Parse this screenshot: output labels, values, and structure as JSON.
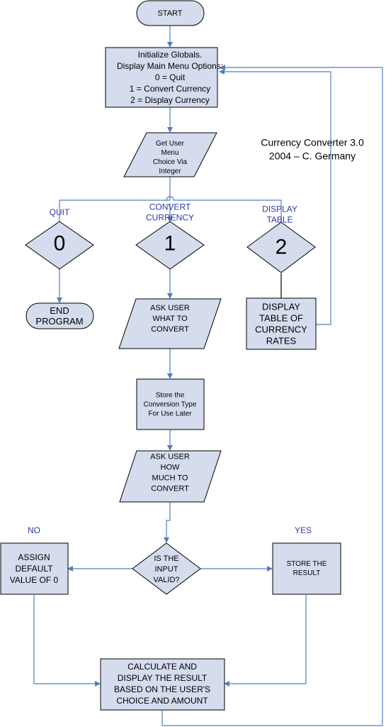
{
  "colors": {
    "box_fill": "#d4dced",
    "box_stroke": "#000000",
    "connector": "#4f81bd",
    "branch_label": "#2e3aa0",
    "background": "#ffffff"
  },
  "nodes": {
    "start": {
      "lines": [
        "START"
      ]
    },
    "init": {
      "lines": [
        "Initialize Globals.",
        "Display Main Menu Options:",
        "0 = Quit",
        "1 = Convert Currency",
        "2 = Display Currency"
      ]
    },
    "get_choice": {
      "lines": [
        "Get User",
        "Menu",
        "Choice Via",
        "Integer"
      ]
    },
    "quit_diamond": {
      "lines": [
        "0"
      ]
    },
    "convert_diamond": {
      "lines": [
        "1"
      ]
    },
    "display_diamond": {
      "lines": [
        "2"
      ]
    },
    "end_program": {
      "lines": [
        "END",
        "PROGRAM"
      ]
    },
    "ask_what": {
      "lines": [
        "ASK USER",
        "WHAT TO",
        "CONVERT"
      ]
    },
    "display_table": {
      "lines": [
        "DISPLAY",
        "TABLE OF",
        "CURRENCY",
        "RATES"
      ]
    },
    "store_type": {
      "lines": [
        "Store the",
        "Conversion Type",
        "For Use Later"
      ]
    },
    "ask_amount": {
      "lines": [
        "ASK USER",
        "HOW",
        "MUCH TO",
        "CONVERT"
      ]
    },
    "is_valid": {
      "lines": [
        "IS THE",
        "INPUT",
        "VALID?"
      ]
    },
    "assign_default": {
      "lines": [
        "ASSIGN",
        "DEFAULT",
        "VALUE OF 0"
      ]
    },
    "store_result": {
      "lines": [
        "STORE THE",
        "RESULT"
      ]
    },
    "calculate": {
      "lines": [
        "CALCULATE AND",
        "DISPLAY THE RESULT",
        "BASED ON THE USER'S",
        "CHOICE AND AMOUNT"
      ]
    }
  },
  "branch_labels": {
    "quit": [
      "QUIT"
    ],
    "convert": [
      "CONVERT",
      "CURRENCY"
    ],
    "display": [
      "DISPLAY",
      "TABLE"
    ],
    "no": [
      "NO"
    ],
    "yes": [
      "YES"
    ]
  },
  "caption": [
    "Currency Converter 3.0",
    "2004 – C. Germany"
  ]
}
